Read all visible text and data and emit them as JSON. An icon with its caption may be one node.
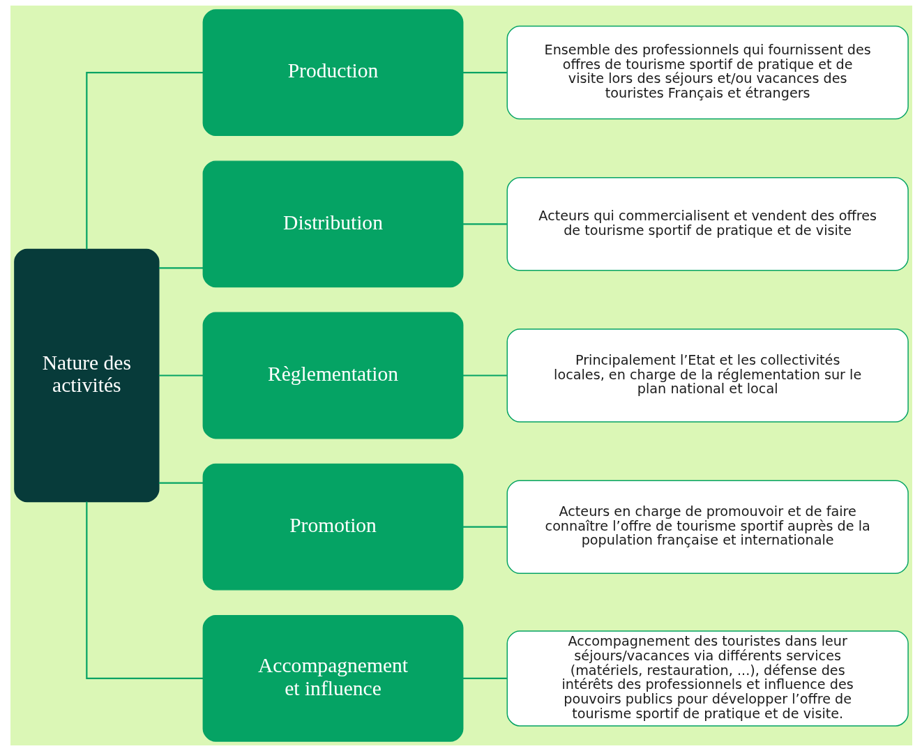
{
  "diagram": {
    "nodes": [
      {
        "text": [
          "Nature des activités"
        ]
      },
      {
        "text": [
          "Production"
        ]
      },
      {
        "text": [
          "Distribution"
        ]
      },
      {
        "text": [
          "Règlementation"
        ]
      },
      {
        "text": [
          "Promotion"
        ]
      },
      {
        "text": [
          "Accompagnement et influence"
        ]
      },
      {
        "text": [
          "Ensemble des professionnels qui fournissent des offres de tourisme sportif de pratique et de visite lors des séjours et/ou vacances des touristes Français et étrangers"
        ]
      },
      {
        "text": [
          "Acteurs qui commercialisent et vendent des offres de tourisme sportif de pratique et de visite"
        ]
      },
      {
        "text": [
          "Principalement l’Etat et les collectivités locales, en charge de la réglementation sur le plan national et local"
        ]
      },
      {
        "text": [
          "Acteurs en charge de promouvoir et de faire connaître l’offre de tourisme sportif auprès de la population française et internationale"
        ]
      },
      {
        "text": [
          "Accompagnement des touristes dans leur séjours/vacances via différents services (matériels, restauration, ...), défense des intérêts des professionnels et influence des pouvoirs publics pour développer l’offre de tourisme sportif de pratique et de visite."
        ]
      }
    ],
    "edges": [
      {
        "from": 0,
        "to": 1,
        "arrow": "none"
      },
      {
        "from": 0,
        "to": 2,
        "arrow": "none"
      },
      {
        "from": 0,
        "to": 3,
        "arrow": "none"
      },
      {
        "from": 0,
        "to": 4,
        "arrow": "none"
      },
      {
        "from": 0,
        "to": 5,
        "arrow": "none"
      },
      {
        "from": 1,
        "to": 6,
        "arrow": "none"
      },
      {
        "from": 2,
        "to": 7,
        "arrow": "none"
      },
      {
        "from": 3,
        "to": 8,
        "arrow": "none"
      },
      {
        "from": 4,
        "to": 9,
        "arrow": "none"
      },
      {
        "from": 5,
        "to": 10,
        "arrow": "none"
      }
    ]
  }
}
